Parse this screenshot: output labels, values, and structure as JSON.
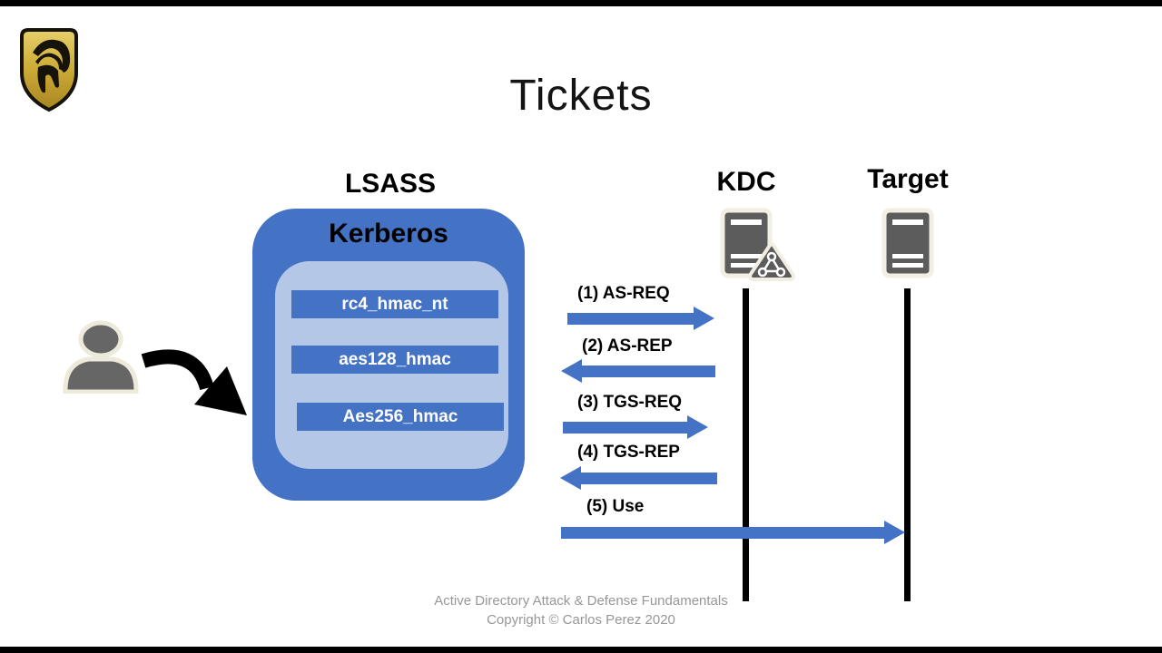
{
  "title": "Tickets",
  "logo": {
    "name": "spartan-shield-logo"
  },
  "diagram": {
    "lsass": {
      "label": "LSASS",
      "container_label": "Kerberos",
      "items": [
        "rc4_hmac_nt",
        "aes128_hmac",
        "Aes256_hmac"
      ]
    },
    "actors": {
      "kdc": "KDC",
      "target": "Target"
    },
    "messages": [
      {
        "label": "(1) AS-REQ",
        "direction": "right",
        "from": "LSASS",
        "to": "KDC"
      },
      {
        "label": "(2) AS-REP",
        "direction": "left",
        "from": "KDC",
        "to": "LSASS"
      },
      {
        "label": "(3) TGS-REQ",
        "direction": "right",
        "from": "LSASS",
        "to": "KDC"
      },
      {
        "label": "(4) TGS-REP",
        "direction": "left",
        "from": "KDC",
        "to": "LSASS"
      },
      {
        "label": "(5) Use",
        "direction": "right",
        "from": "LSASS",
        "to": "Target"
      }
    ]
  },
  "footer": {
    "line1": "Active Directory Attack & Defense Fundamentals",
    "line2": "Copyright © Carlos Perez 2020"
  },
  "colors": {
    "accent_blue": "#4472C4",
    "light_blue": "#B4C7E7",
    "icon_gray": "#5c5c5c",
    "gold": "#c8a62e"
  }
}
